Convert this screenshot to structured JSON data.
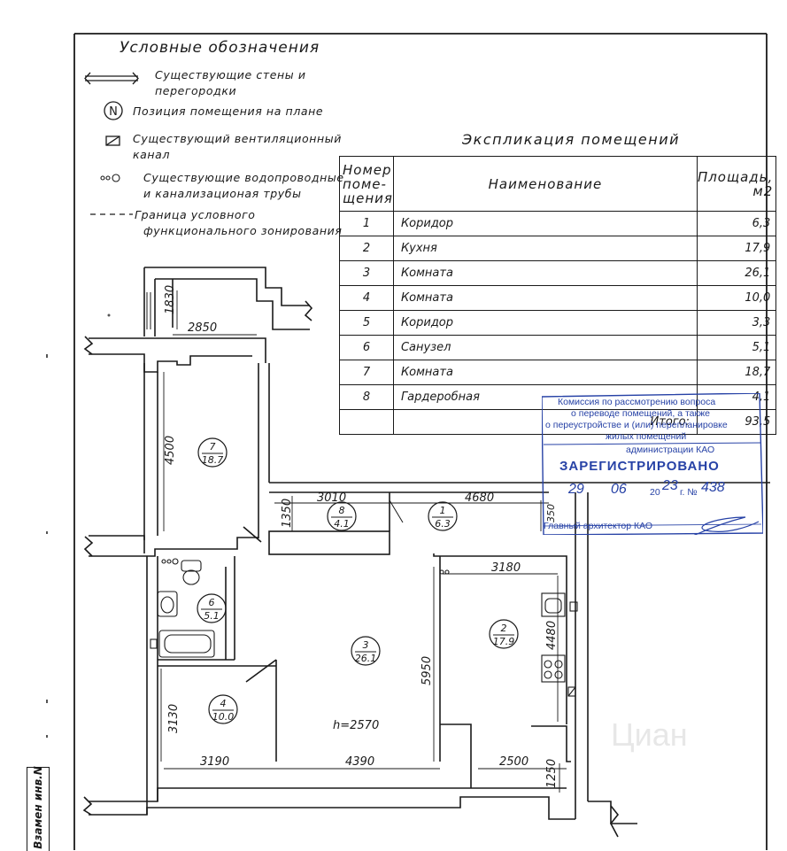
{
  "legend": {
    "title": "Условные обозначения",
    "items": [
      {
        "icon": "wall-symbol-icon",
        "text1": "Существующие стены и",
        "text2": "перегородки"
      },
      {
        "icon": "room-number-icon",
        "symbol": "N",
        "text1": "Позиция помещения на плане",
        "text2": ""
      },
      {
        "icon": "vent-channel-icon",
        "text1": "Существующий вентиляционный",
        "text2": "канал"
      },
      {
        "icon": "pipes-icon",
        "text1": "Существующие водопроводные",
        "text2": "и канализационая трубы"
      },
      {
        "icon": "zone-border-icon",
        "text1": "Граница условного",
        "text2": "функционального зонирования"
      }
    ]
  },
  "explication": {
    "title": "Экспликация помещений",
    "headers": {
      "num": "Номер поме- щения",
      "name": "Наименование",
      "area": "Площадь, м2"
    },
    "rows": [
      {
        "num": "1",
        "name": "Коридор",
        "area": "6,3"
      },
      {
        "num": "2",
        "name": "Кухня",
        "area": "17,9"
      },
      {
        "num": "3",
        "name": "Комната",
        "area": "26,1"
      },
      {
        "num": "4",
        "name": "Комната",
        "area": "10,0"
      },
      {
        "num": "5",
        "name": "Коридор",
        "area": "3,3"
      },
      {
        "num": "6",
        "name": "Санузел",
        "area": "5,1"
      },
      {
        "num": "7",
        "name": "Комната",
        "area": "18,7"
      },
      {
        "num": "8",
        "name": "Гардеробная",
        "area": "4,1"
      }
    ],
    "total_label": "Итого:",
    "total": "93,5"
  },
  "stamp": {
    "line1": "Комиссия по рассмотрению вопроса",
    "line2": "о переводе помещений, а также",
    "line3": "о переустройстве и (или) перепланировке",
    "line4": "жилых помещений",
    "line5": "администрации КАО",
    "registered": "ЗАРЕГИСТРИРОВАНО",
    "day": "29",
    "month": "06",
    "year_prefix": "20",
    "year": "23",
    "year_suffix": "г. №",
    "number": "438",
    "signer": "Главный архитектор КАО",
    "color": "#2742a6"
  },
  "plan": {
    "rooms": [
      {
        "num": "7",
        "area": "18.7"
      },
      {
        "num": "8",
        "area": "4.1"
      },
      {
        "num": "1",
        "area": "6.3"
      },
      {
        "num": "6",
        "area": "5.1"
      },
      {
        "num": "3",
        "area": "26.1"
      },
      {
        "num": "2",
        "area": "17.9"
      },
      {
        "num": "4",
        "area": "10.0"
      }
    ],
    "dimensions": [
      "1830",
      "2850",
      "4500",
      "3010",
      "4680",
      "1350",
      "3180",
      "4480",
      "5950",
      "3130",
      "3190",
      "4390",
      "2500",
      "1250",
      "350"
    ],
    "ceiling_height": "h=2570"
  },
  "side_label": "Взамен инв.N",
  "watermark": "Циан"
}
